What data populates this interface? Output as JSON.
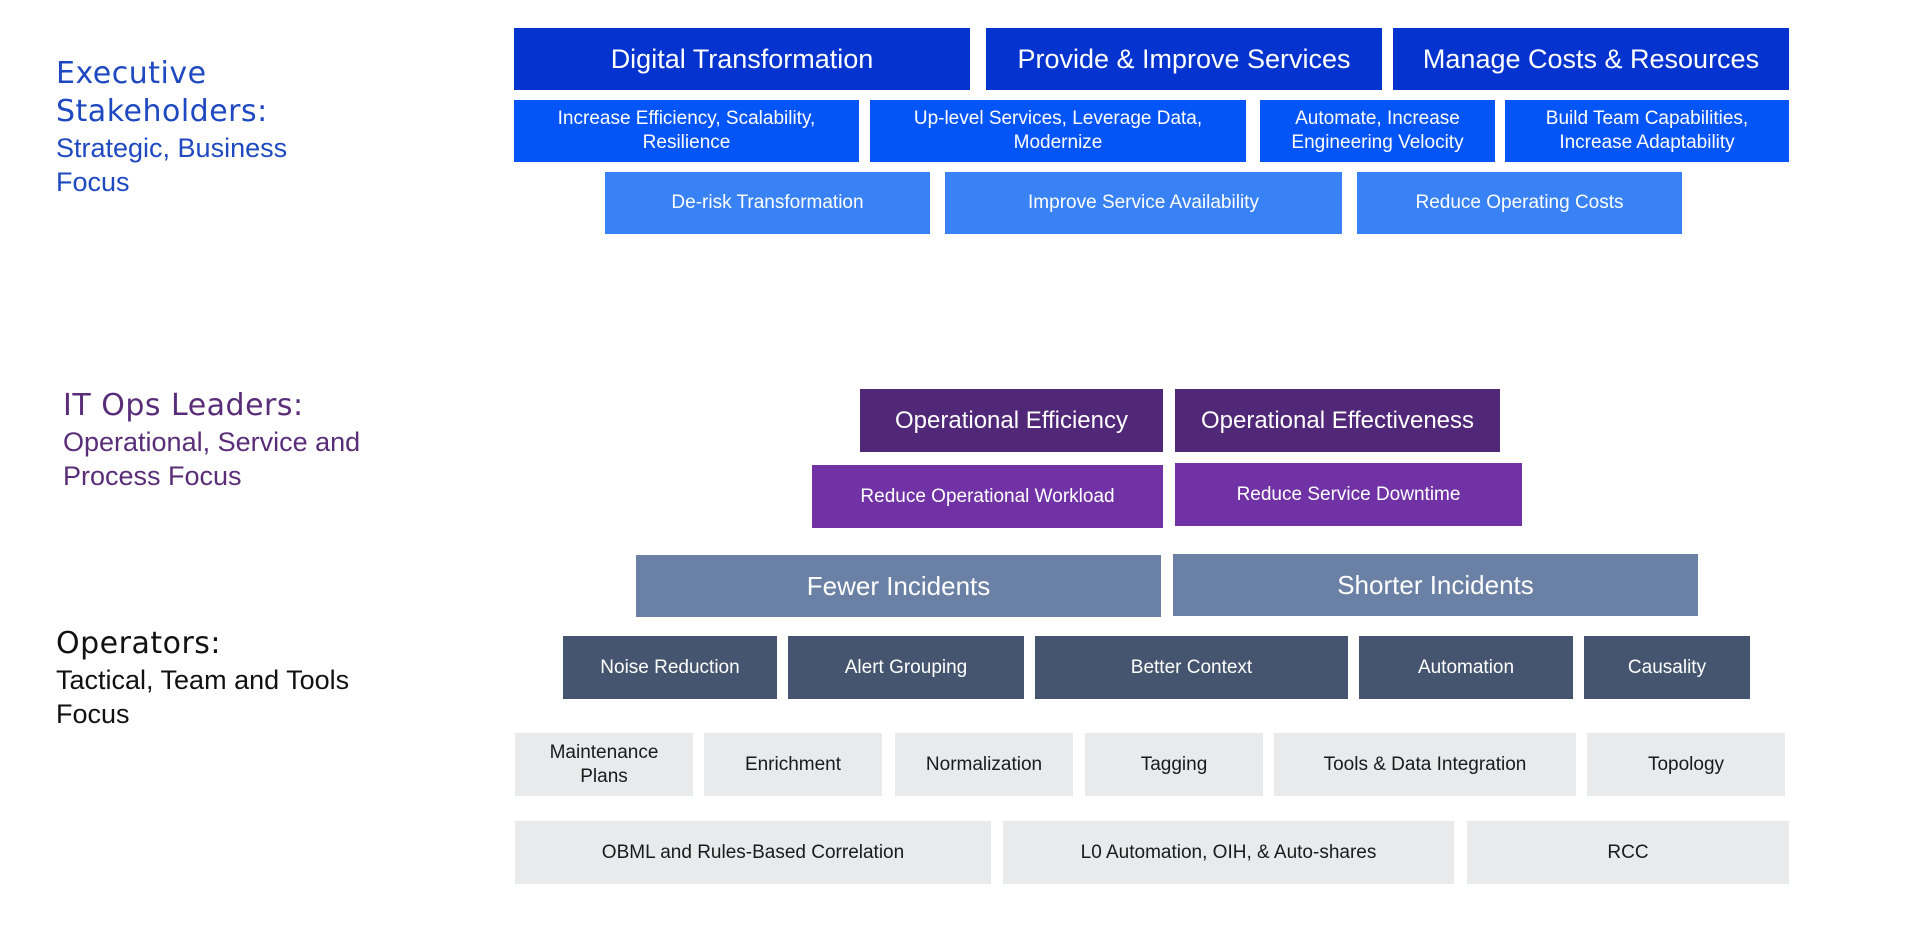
{
  "colors": {
    "executive_text": "#1e49c0",
    "it_ops_text": "#5a2d79",
    "operators_text": "#111111",
    "exec_level1": "#0433cf",
    "exec_level2": "#0455f7",
    "exec_level3": "#3882f6",
    "itops_level1": "#512778",
    "itops_level2": "#7132a5",
    "ops_level1": "#6b80a5",
    "ops_level2": "#45556f",
    "ops_level3": "#e8eaeb"
  },
  "executive": {
    "title_line1": "Executive",
    "title_line2": "Stakeholders:",
    "subtitle_line1": "Strategic, Business",
    "subtitle_line2": "Focus",
    "goals": [
      "Digital Transformation",
      "Provide & Improve Services",
      "Manage Costs & Resources"
    ],
    "objectives": [
      "Increase Efficiency, Scalability, Resilience",
      "Up-level Services, Leverage Data, Modernize",
      "Automate, Increase Engineering Velocity",
      "Build Team Capabilities, Increase Adaptability"
    ],
    "outcomes": [
      "De-risk Transformation",
      "Improve Service Availability",
      "Reduce Operating Costs"
    ]
  },
  "it_ops": {
    "title": "IT Ops Leaders:",
    "subtitle_line1": "Operational, Service and",
    "subtitle_line2": "Process Focus",
    "goals": [
      "Operational Efficiency",
      "Operational Effectiveness"
    ],
    "outcomes": [
      "Reduce Operational Workload",
      "Reduce Service Downtime"
    ]
  },
  "operators": {
    "title": "Operators:",
    "subtitle_line1": "Tactical, Team and Tools",
    "subtitle_line2": "Focus",
    "goals": [
      "Fewer Incidents",
      "Shorter Incidents"
    ],
    "capabilities": [
      "Noise Reduction",
      "Alert Grouping",
      "Better Context",
      "Automation",
      "Causality"
    ],
    "features": [
      "Maintenance Plans",
      "Enrichment",
      "Normalization",
      "Tagging",
      "Tools & Data Integration",
      "Topology"
    ],
    "platform": [
      "OBML and Rules-Based Correlation",
      "L0 Automation, OIH, & Auto-shares",
      "RCC"
    ]
  }
}
